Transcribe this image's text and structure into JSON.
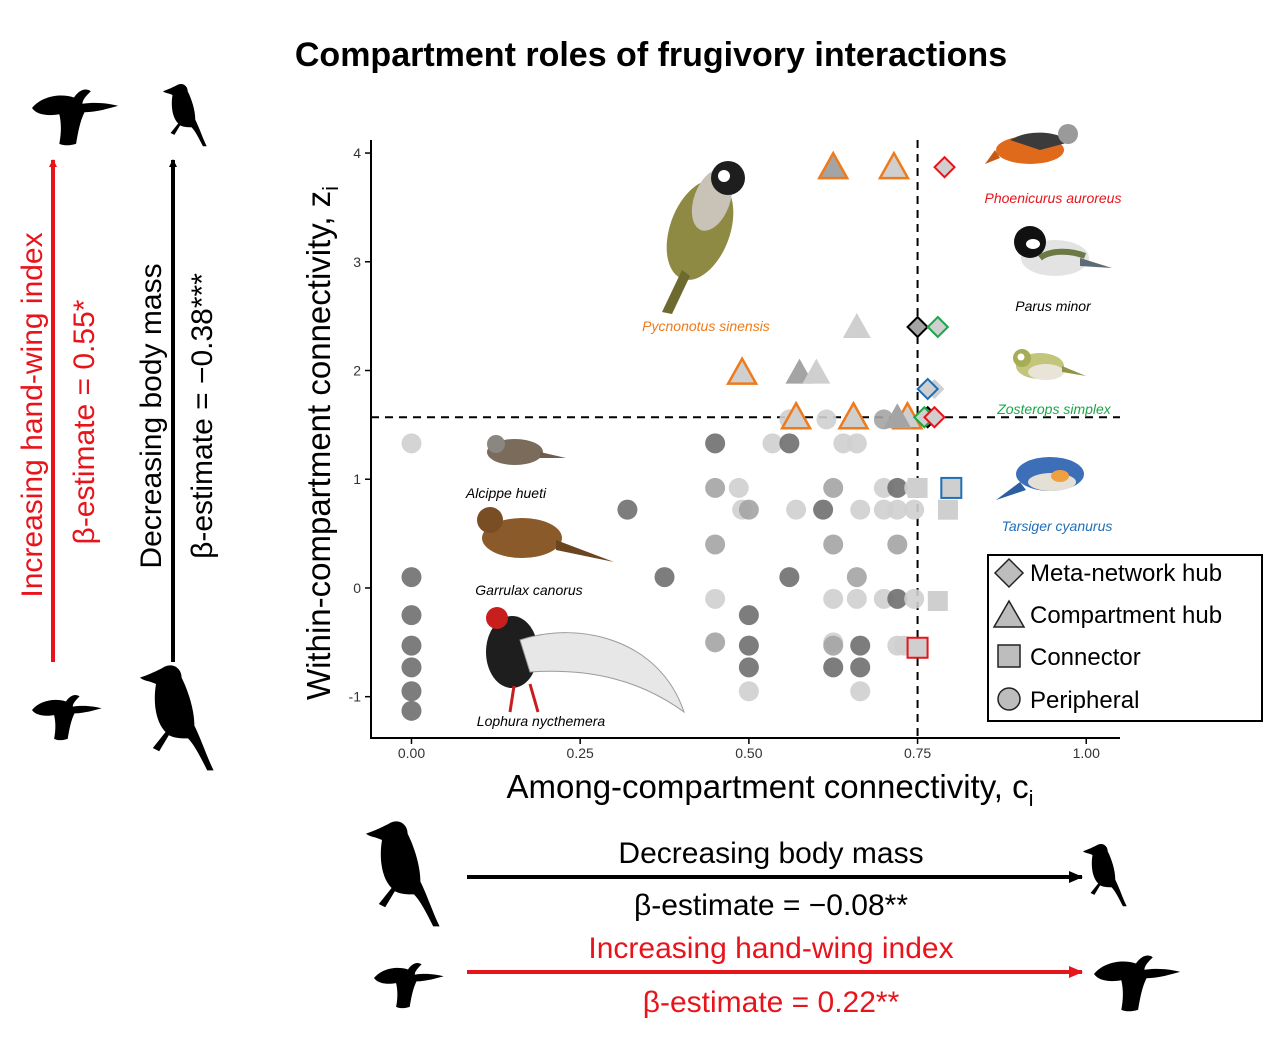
{
  "title": "Compartment roles of frugivory interactions",
  "left_panel": {
    "hwi": {
      "label": "Increasing hand-wing index",
      "estimate": "β-estimate = 0.55*",
      "color": "#e8141b"
    },
    "mass": {
      "label": "Decreasing body mass",
      "estimate": "β-estimate = −0.38***",
      "color": "#000000"
    }
  },
  "bottom_panel": {
    "mass": {
      "label": "Decreasing body mass",
      "estimate": "β-estimate = −0.08**",
      "color": "#000000"
    },
    "hwi": {
      "label": "Increasing hand-wing index",
      "estimate": "β-estimate = 0.22**",
      "color": "#e8141b"
    }
  },
  "species": {
    "phoenicurus": {
      "name": "Phoenicurus auroreus",
      "color": "#e8141b"
    },
    "parus": {
      "name": "Parus minor",
      "color": "#000000"
    },
    "zosterops": {
      "name": "Zosterops simplex",
      "color": "#1aa64a"
    },
    "tarsiger": {
      "name": "Tarsiger cyanurus",
      "color": "#1f6fb8"
    },
    "pycnonotus": {
      "name": "Pycnonotus sinensis",
      "color": "#f07a1a"
    },
    "alcippe": {
      "name": "Alcippe hueti",
      "color": "#000000"
    },
    "garrulax": {
      "name": "Garrulax canorus",
      "color": "#000000"
    },
    "lophura": {
      "name": "Lophura nycthemera",
      "color": "#000000"
    }
  },
  "chart_data": {
    "type": "scatter",
    "title": "Compartment roles of frugivory interactions",
    "xlabel": "Among-compartment connectivity, c",
    "xlabel_sub": "i",
    "ylabel": "Within-compartment connectivity, z",
    "ylabel_sub": "i",
    "xlim": [
      -0.06,
      1.05
    ],
    "ylim": [
      -1.38,
      4.12
    ],
    "xticks": [
      0.0,
      0.25,
      0.5,
      0.75,
      1.0
    ],
    "xtick_labels": [
      "0.00",
      "0.25",
      "0.50",
      "0.75",
      "1.00"
    ],
    "yticks": [
      -1,
      0,
      1,
      2,
      3,
      4
    ],
    "ytick_labels": [
      "-1",
      "0",
      "1",
      "2",
      "3",
      "4"
    ],
    "thresholds": {
      "c": 0.75,
      "z": 1.57
    },
    "legend": {
      "position": "bottom-right",
      "entries": [
        {
          "shape": "diamond",
          "label": "Meta-network hub"
        },
        {
          "shape": "triangle",
          "label": "Compartment hub"
        },
        {
          "shape": "square",
          "label": "Connector"
        },
        {
          "shape": "circle",
          "label": "Peripheral"
        }
      ]
    },
    "series": [
      {
        "role": "Peripheral",
        "shape": "circle",
        "points": [
          {
            "x": 0.0,
            "y": 1.33,
            "shade": "light"
          },
          {
            "x": 0.0,
            "y": 0.1,
            "shade": "dark"
          },
          {
            "x": 0.0,
            "y": -0.25,
            "shade": "dark"
          },
          {
            "x": 0.0,
            "y": -0.53,
            "shade": "dark"
          },
          {
            "x": 0.0,
            "y": -0.73,
            "shade": "dark"
          },
          {
            "x": 0.0,
            "y": -0.95,
            "shade": "dark"
          },
          {
            "x": 0.0,
            "y": -1.13,
            "shade": "dark"
          },
          {
            "x": 0.32,
            "y": 0.72,
            "shade": "dark"
          },
          {
            "x": 0.375,
            "y": 0.1,
            "shade": "dark"
          },
          {
            "x": 0.45,
            "y": 1.33,
            "shade": "dark"
          },
          {
            "x": 0.45,
            "y": 0.92,
            "shade": "mid"
          },
          {
            "x": 0.45,
            "y": 0.4,
            "shade": "mid"
          },
          {
            "x": 0.45,
            "y": -0.1,
            "shade": "light"
          },
          {
            "x": 0.45,
            "y": -0.5,
            "shade": "mid"
          },
          {
            "x": 0.485,
            "y": 0.92,
            "shade": "light"
          },
          {
            "x": 0.49,
            "y": 0.72,
            "shade": "light"
          },
          {
            "x": 0.5,
            "y": 0.72,
            "shade": "mid"
          },
          {
            "x": 0.5,
            "y": -0.25,
            "shade": "dark"
          },
          {
            "x": 0.5,
            "y": -0.53,
            "shade": "dark"
          },
          {
            "x": 0.5,
            "y": -0.73,
            "shade": "dark"
          },
          {
            "x": 0.5,
            "y": -0.95,
            "shade": "light"
          },
          {
            "x": 0.535,
            "y": 1.33,
            "shade": "light"
          },
          {
            "x": 0.56,
            "y": 1.33,
            "shade": "dark"
          },
          {
            "x": 0.56,
            "y": 1.55,
            "shade": "light"
          },
          {
            "x": 0.56,
            "y": 0.1,
            "shade": "dark"
          },
          {
            "x": 0.57,
            "y": 0.72,
            "shade": "light"
          },
          {
            "x": 0.61,
            "y": 0.72,
            "shade": "dark"
          },
          {
            "x": 0.615,
            "y": 1.55,
            "shade": "light"
          },
          {
            "x": 0.625,
            "y": 0.92,
            "shade": "mid"
          },
          {
            "x": 0.625,
            "y": 0.4,
            "shade": "mid"
          },
          {
            "x": 0.625,
            "y": -0.1,
            "shade": "light"
          },
          {
            "x": 0.625,
            "y": -0.5,
            "shade": "light"
          },
          {
            "x": 0.625,
            "y": -0.53,
            "shade": "mid"
          },
          {
            "x": 0.625,
            "y": -0.73,
            "shade": "dark"
          },
          {
            "x": 0.64,
            "y": 1.33,
            "shade": "light"
          },
          {
            "x": 0.66,
            "y": 1.33,
            "shade": "light"
          },
          {
            "x": 0.66,
            "y": 0.1,
            "shade": "mid"
          },
          {
            "x": 0.66,
            "y": -0.1,
            "shade": "light"
          },
          {
            "x": 0.665,
            "y": 0.72,
            "shade": "light"
          },
          {
            "x": 0.665,
            "y": -0.53,
            "shade": "dark"
          },
          {
            "x": 0.665,
            "y": -0.73,
            "shade": "dark"
          },
          {
            "x": 0.665,
            "y": -0.95,
            "shade": "light"
          },
          {
            "x": 0.7,
            "y": 0.92,
            "shade": "light"
          },
          {
            "x": 0.7,
            "y": 0.72,
            "shade": "light"
          },
          {
            "x": 0.7,
            "y": 1.55,
            "shade": "mid"
          },
          {
            "x": 0.7,
            "y": -0.1,
            "shade": "light"
          },
          {
            "x": 0.72,
            "y": 0.92,
            "shade": "dark"
          },
          {
            "x": 0.72,
            "y": 0.72,
            "shade": "light"
          },
          {
            "x": 0.72,
            "y": 0.4,
            "shade": "mid"
          },
          {
            "x": 0.72,
            "y": -0.1,
            "shade": "dark"
          },
          {
            "x": 0.72,
            "y": -0.53,
            "shade": "light"
          },
          {
            "x": 0.73,
            "y": -0.53,
            "shade": "light"
          },
          {
            "x": 0.745,
            "y": 0.92,
            "shade": "light"
          },
          {
            "x": 0.745,
            "y": 0.72,
            "shade": "light"
          },
          {
            "x": 0.745,
            "y": -0.1,
            "shade": "light"
          }
        ]
      },
      {
        "role": "Compartment hub",
        "shape": "triangle",
        "points": [
          {
            "x": 0.625,
            "y": 3.87,
            "fill": "mid",
            "outline": "#f07a1a"
          },
          {
            "x": 0.715,
            "y": 3.87,
            "fill": "light",
            "outline": "#f07a1a"
          },
          {
            "x": 0.66,
            "y": 2.4,
            "fill": "light",
            "outline": "none"
          },
          {
            "x": 0.49,
            "y": 1.98,
            "fill": "light",
            "outline": "#f07a1a"
          },
          {
            "x": 0.575,
            "y": 1.98,
            "fill": "mid",
            "outline": "none"
          },
          {
            "x": 0.6,
            "y": 1.98,
            "fill": "light",
            "outline": "none"
          },
          {
            "x": 0.57,
            "y": 1.57,
            "fill": "light",
            "outline": "#f07a1a"
          },
          {
            "x": 0.655,
            "y": 1.57,
            "fill": "light",
            "outline": "#f07a1a"
          },
          {
            "x": 0.735,
            "y": 1.57,
            "fill": "light",
            "outline": "#f07a1a"
          },
          {
            "x": 0.72,
            "y": 1.57,
            "fill": "mid",
            "outline": "none"
          }
        ]
      },
      {
        "role": "Meta-network hub",
        "shape": "diamond",
        "points": [
          {
            "x": 0.79,
            "y": 3.87,
            "fill": "light",
            "outline": "#e8141b"
          },
          {
            "x": 0.75,
            "y": 2.4,
            "fill": "mid",
            "outline": "#000000"
          },
          {
            "x": 0.78,
            "y": 2.4,
            "fill": "light",
            "outline": "#1aa64a"
          },
          {
            "x": 0.775,
            "y": 1.83,
            "fill": "light",
            "outline": "none"
          },
          {
            "x": 0.765,
            "y": 1.83,
            "fill": "light",
            "outline": "#1f6fb8"
          },
          {
            "x": 0.765,
            "y": 1.57,
            "fill": "mid",
            "outline": "#000000"
          },
          {
            "x": 0.76,
            "y": 1.57,
            "fill": "light",
            "outline": "#1aa64a"
          },
          {
            "x": 0.775,
            "y": 1.57,
            "fill": "light",
            "outline": "#e8141b"
          }
        ]
      },
      {
        "role": "Connector",
        "shape": "square",
        "points": [
          {
            "x": 0.75,
            "y": 0.92,
            "fill": "light",
            "outline": "none"
          },
          {
            "x": 0.8,
            "y": 0.92,
            "fill": "light",
            "outline": "#1f6fb8"
          },
          {
            "x": 0.795,
            "y": 0.72,
            "fill": "light",
            "outline": "none"
          },
          {
            "x": 0.78,
            "y": -0.12,
            "fill": "light",
            "outline": "none"
          },
          {
            "x": 0.75,
            "y": -0.55,
            "fill": "light",
            "outline": "#e8141b"
          }
        ]
      }
    ]
  }
}
